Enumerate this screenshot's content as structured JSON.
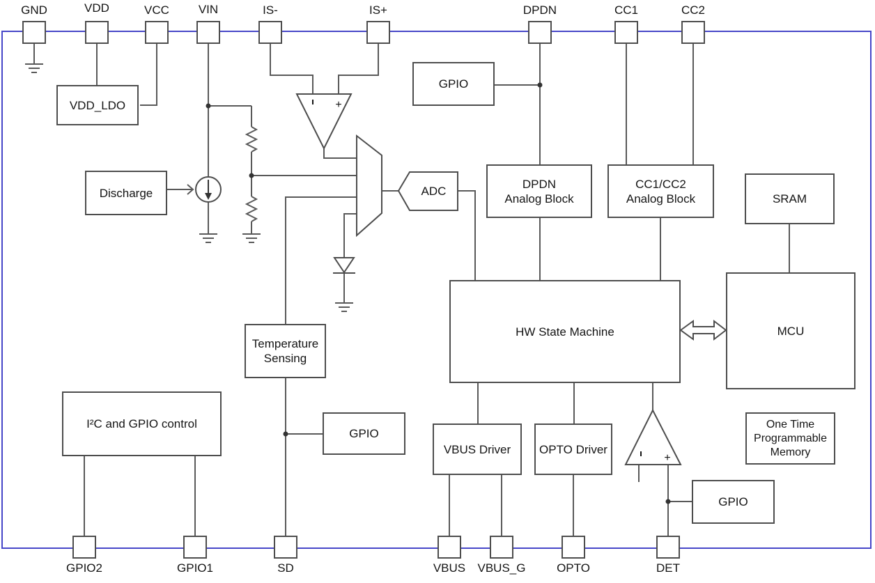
{
  "pins_top": [
    "GND",
    "VDD",
    "VCC",
    "VIN",
    "IS-",
    "IS+",
    "DPDN",
    "CC1",
    "CC2"
  ],
  "pins_bottom": [
    "GPIO2",
    "GPIO1",
    "SD",
    "VBUS",
    "VBUS_G",
    "OPTO",
    "DET"
  ],
  "blocks": {
    "vdd_ldo": "VDD_LDO",
    "discharge": "Discharge",
    "gpio_top": "GPIO",
    "dpdn_analog": "DPDN\nAnalog Block",
    "cc_analog": "CC1/CC2\nAnalog Block",
    "sram": "SRAM",
    "temperature": "Temperature\nSensing",
    "hw_state_machine": "HW State Machine",
    "mcu": "MCU",
    "adc": "ADC",
    "i2c_gpio": "I²C and GPIO control",
    "gpio_mid": "GPIO",
    "vbus_driver": "VBUS Driver",
    "opto_driver": "OPTO Driver",
    "otp": "One Time\nProgrammable\nMemory",
    "gpio_det": "GPIO"
  },
  "symbols": {
    "opamp_plus": "+",
    "opamp_minus": "'"
  },
  "colors": {
    "boundary": "#4646c8",
    "wire": "#595959",
    "shape_border": "#4d4d4d",
    "text": "#141414",
    "background": "#ffffff"
  }
}
